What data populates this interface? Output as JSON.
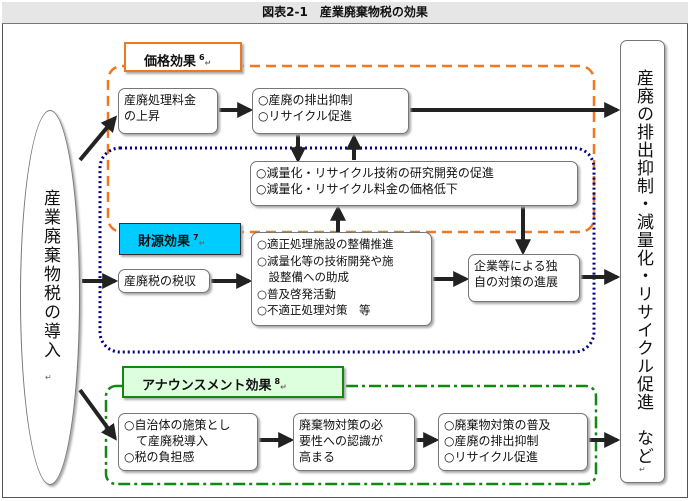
{
  "title": "図表2-1　産業廃棄物税の効果",
  "colors": {
    "price": "#ee7722",
    "fund": "#000088",
    "announce": "#118811",
    "fund_label_bg": "#00ccff",
    "announce_label_bg": "#ddffdd"
  },
  "left_cause": "産業廃棄物税の導入",
  "result": "産廃の排出抑制・減量化・リサイクル促進　など",
  "para_mark": "↵",
  "groups": {
    "price": {
      "label": "価格効果",
      "note": "6"
    },
    "fund": {
      "label": "財源効果",
      "note": "7"
    },
    "announce": {
      "label": "アナウンスメント効果",
      "note": "8"
    }
  },
  "boxes": {
    "price_rise": [
      "産廃処理料金",
      "の上昇"
    ],
    "price_effect": [
      "○産廃の排出抑制",
      "○リサイクル促進"
    ],
    "research": [
      "○減量化・リサイクル技術の研究開発の促進",
      "○減量化・リサイクル料金の価格低下"
    ],
    "tax_collect": [
      "産廃税の税収"
    ],
    "fund_use": [
      "○適正処理施設の整備推進",
      "○減量化等の技術開発や施",
      "　設整備への助成",
      "○普及啓発活動",
      "○不適正処理対策　等"
    ],
    "company": [
      "企業等による独",
      "自の対策の進展"
    ],
    "local_gov": [
      "○自治体の施策とし",
      "　て産廃税導入",
      "○税の負担感"
    ],
    "awareness": [
      "廃棄物対策の必",
      "要性への認識が",
      "高まる"
    ],
    "announce_effect": [
      "○廃棄物対策の普及",
      "○産廃の排出抑制",
      "○リサイクル促進"
    ]
  }
}
